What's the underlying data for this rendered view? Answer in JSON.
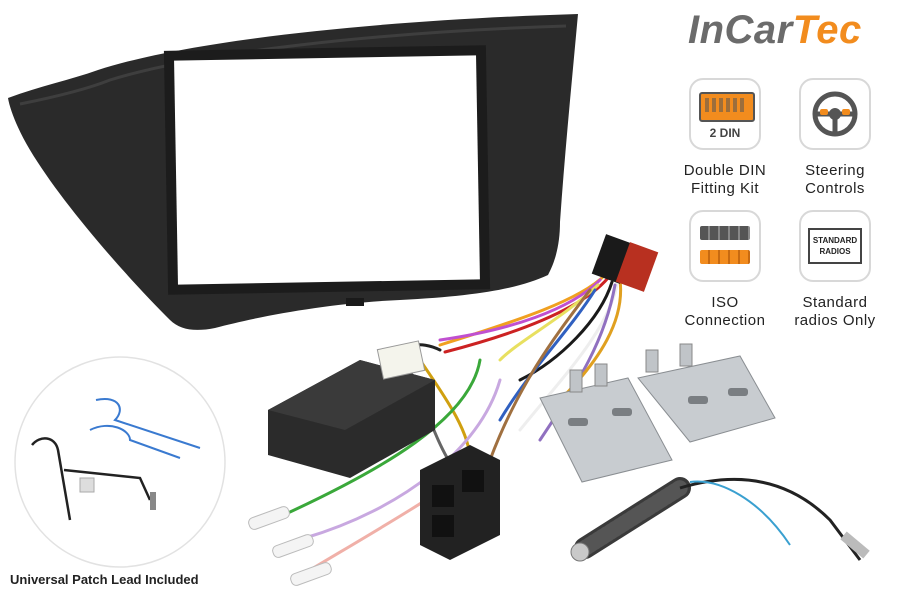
{
  "brand": {
    "part1": "InCar",
    "part2": "Tec",
    "color_primary": "#6b6b6b",
    "color_accent": "#f28c1e"
  },
  "features": [
    {
      "icon": "double-din-icon",
      "icon_text": "2 DIN",
      "label_line1": "Double DIN",
      "label_line2": "Fitting Kit"
    },
    {
      "icon": "steering-wheel-icon",
      "label_line1": "Steering",
      "label_line2": "Controls"
    },
    {
      "icon": "iso-connector-icon",
      "label_line1": "ISO",
      "label_line2": "Connection"
    },
    {
      "icon": "standard-radio-icon",
      "icon_text_line1": "STANDARD",
      "icon_text_line2": "RADIOS",
      "label_line1": "Standard",
      "label_line2": "radios Only"
    }
  ],
  "patch_lead": {
    "label": "Universal Patch Lead Included"
  }
}
